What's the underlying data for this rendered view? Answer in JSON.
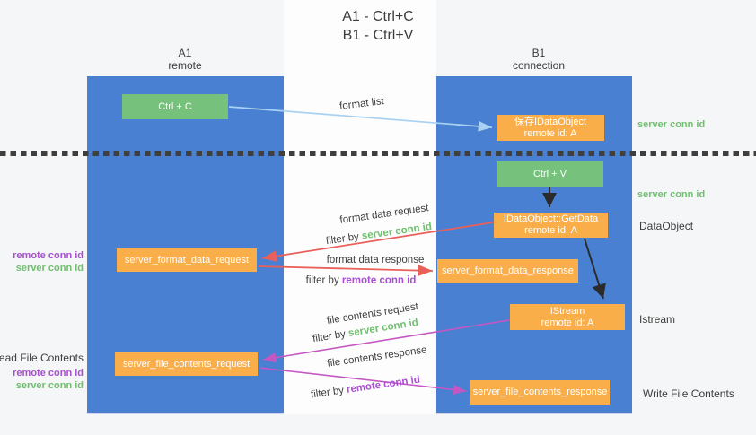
{
  "title": {
    "line1": "A1 - Ctrl+C",
    "line2": "B1 - Ctrl+V"
  },
  "columns": {
    "left": {
      "name": "A1",
      "subtitle": "remote"
    },
    "right": {
      "name": "B1",
      "subtitle": "connection"
    }
  },
  "boxes": {
    "ctrl_c": {
      "label": "Ctrl + C"
    },
    "ctrl_v": {
      "label": "Ctrl + V"
    },
    "save_dataobject": {
      "line1": "保存IDataObject",
      "line2": "remote id: A"
    },
    "getdata": {
      "line1": "IDataObject::GetData",
      "line2": "remote id: A"
    },
    "istream": {
      "line1": "IStream",
      "line2": "remote id: A"
    },
    "server_format_data_request": {
      "label": "server_format_data_request"
    },
    "server_format_data_response": {
      "label": "server_format_data_response"
    },
    "server_file_contents_request": {
      "label": "server_file_contents_request"
    },
    "server_file_contents_response": {
      "label": "server_file_contents_response"
    }
  },
  "arrow_labels": {
    "format_list": "format list",
    "format_data_request": "format data request",
    "format_data_response": "format data response",
    "file_contents_request": "file contents request",
    "file_contents_response": "file contents response",
    "filter_by": "filter by"
  },
  "notes": {
    "server_conn_id": "server conn id",
    "remote_conn_id": "remote conn id",
    "dataobject": "DataObject",
    "istream": "Istream",
    "read_file_contents": "Read File Contents",
    "write_file_contents": "Write File Contents"
  },
  "colors": {
    "column_blue": "#4a80d2",
    "box_orange": "#f9ae49",
    "box_green": "#76c17c",
    "arrow_light_blue": "#a9d2f2",
    "arrow_red": "#e96059",
    "arrow_magenta": "#c557c3",
    "arrow_black": "#2b2b2b",
    "separator_dark": "#3f3f3f",
    "text_green": "#6ec06e",
    "text_purple": "#a94fd1"
  }
}
